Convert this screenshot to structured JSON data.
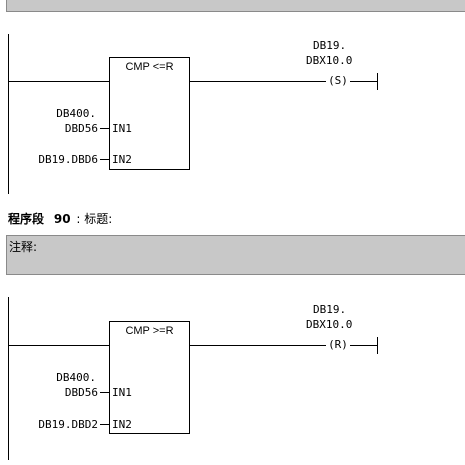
{
  "top_comment_bar": {},
  "network_89": {
    "compare_box": {
      "title": "CMP <=R",
      "in1_label": "IN1",
      "in2_label": "IN2",
      "in1_operand_line1": "DB400.",
      "in1_operand_line2": "DBD56",
      "in2_operand": "DB19.DBD6"
    },
    "coil": {
      "address_line1": "DB19.",
      "address_line2": "DBX10.0",
      "symbol": "(S)"
    }
  },
  "network_90": {
    "header": {
      "label": "程序段",
      "number": "90",
      "separator": ":",
      "title": "标题:"
    },
    "comment": {
      "label": "注释:"
    },
    "compare_box": {
      "title": "CMP >=R",
      "in1_label": "IN1",
      "in2_label": "IN2",
      "in1_operand_line1": "DB400.",
      "in1_operand_line2": "DBD56",
      "in2_operand": "DB19.DBD2"
    },
    "coil": {
      "address_line1": "DB19.",
      "address_line2": "DBX10.0",
      "symbol": "(R)"
    }
  }
}
